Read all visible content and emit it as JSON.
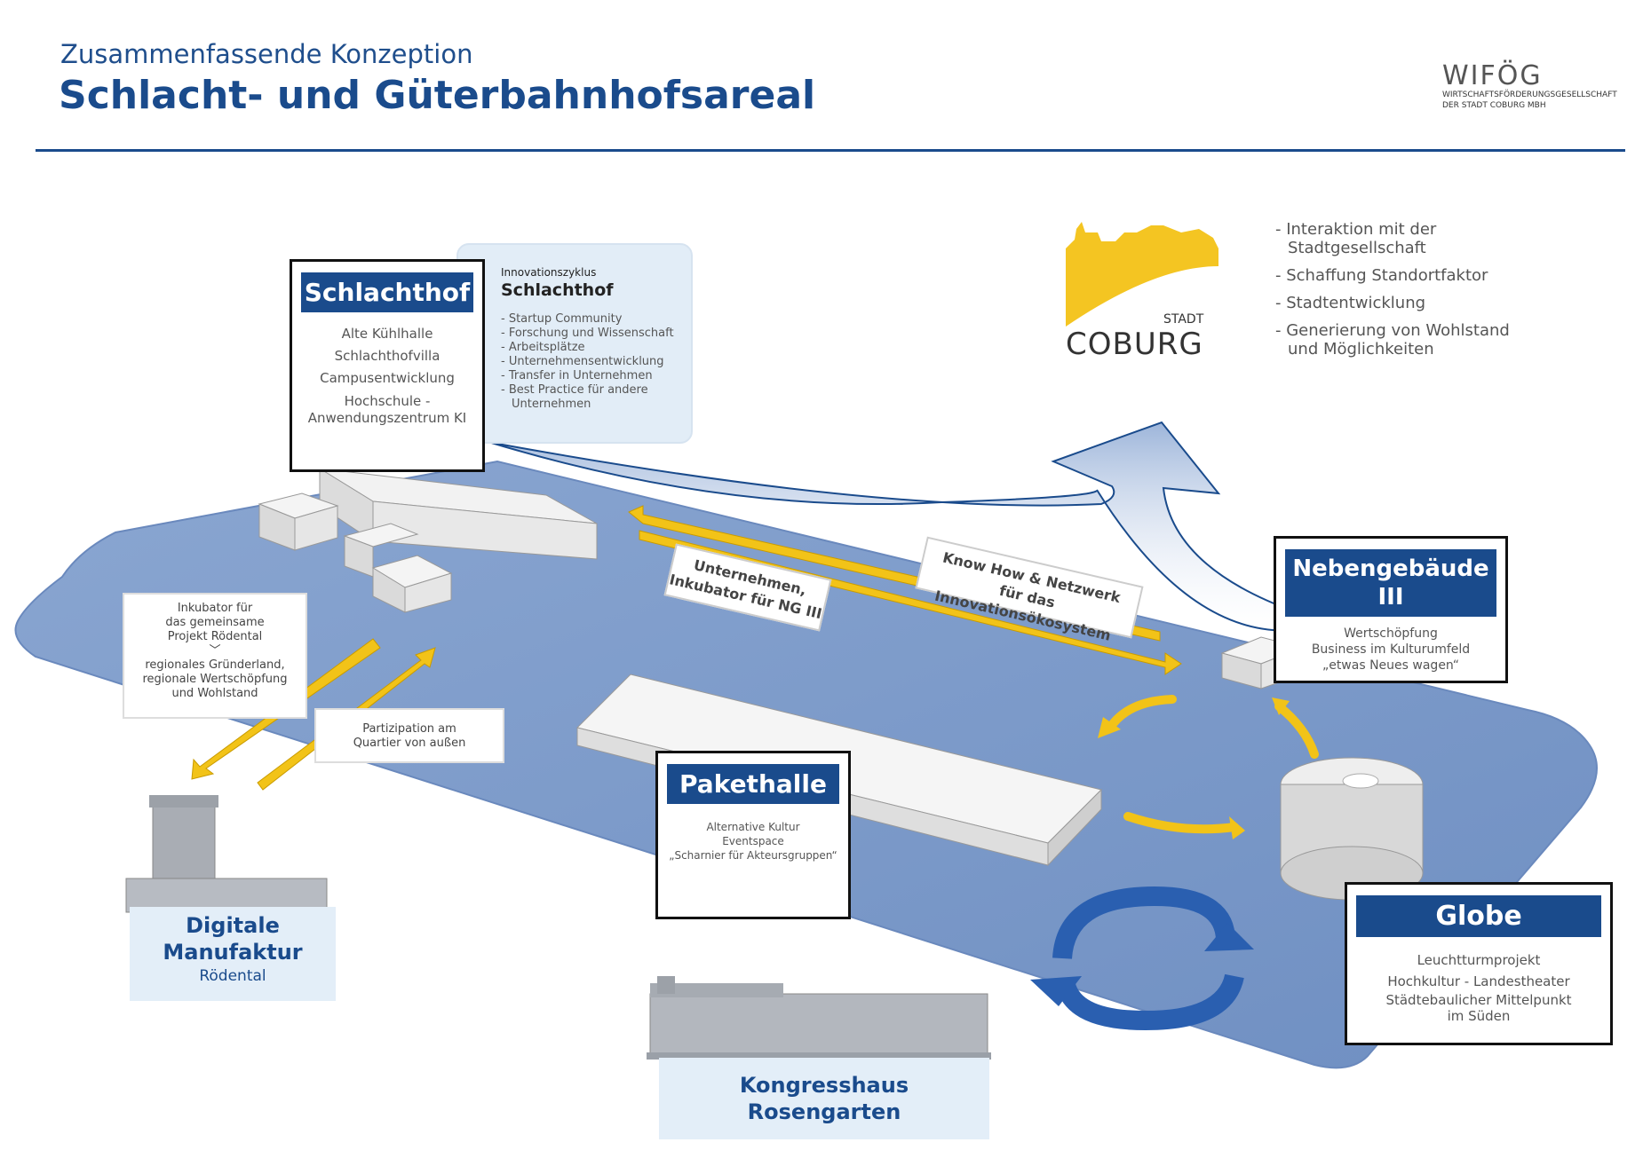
{
  "header": {
    "subtitle": "Zusammenfassende Konzeption",
    "title": "Schlacht- und Güterbahnhofsareal"
  },
  "logo": {
    "name": "WIFÖG",
    "line1": "WIRTSCHAFTSFÖRDERUNGSGESELLSCHAFT",
    "line2": "DER STADT COBURG MBH"
  },
  "coburg": {
    "stadt": "STADT",
    "name": "COBURG",
    "bullets": [
      "- Interaktion mit der",
      "Stadtgesellschaft",
      "- Schaffung Standortfaktor",
      "- Stadtentwicklung",
      "- Generierung von Wohlstand",
      "und Möglichkeiten"
    ]
  },
  "schlachthof": {
    "title": "Schlachthof",
    "lines": [
      "Alte Kühlhalle",
      "Schlachthofvilla",
      "Campusentwicklung",
      "Hochschule -",
      "Anwendungszentrum KI"
    ]
  },
  "innovation": {
    "label": "Innovationszyklus",
    "title": "Schlachthof",
    "items": [
      "- Startup Community",
      "- Forschung und Wissenschaft",
      "- Arbeitsplätze",
      "- Unternehmensentwicklung",
      "- Transfer in Unternehmen",
      "- Best Practice für andere",
      "Unternehmen"
    ]
  },
  "nebengebaeude": {
    "title1": "Nebengebäude",
    "title2": "III",
    "lines": [
      "Wertschöpfung",
      "Business im Kulturumfeld",
      "„etwas Neues wagen“"
    ]
  },
  "pakethalle": {
    "title": "Pakethalle",
    "lines": [
      "Alternative Kultur",
      "Eventspace",
      "„Scharnier für Akteursgruppen“"
    ]
  },
  "globe": {
    "title": "Globe",
    "lines": [
      "Leuchtturmprojekt",
      "Hochkultur - Landestheater",
      "Städtebaulicher Mittelpunkt",
      "im Süden"
    ]
  },
  "inkubator": {
    "lines": [
      "Inkubator für",
      "das gemeinsame",
      "Projekt Rödental",
      "regionales Gründerland,",
      "regionale Wertschöpfung",
      "und Wohlstand"
    ],
    "chevron": "﹀"
  },
  "partizipation": {
    "lines": [
      "Partizipation am",
      "Quartier von außen"
    ]
  },
  "digitale": {
    "title1": "Digitale",
    "title2": "Manufaktur",
    "sub": "Rödental"
  },
  "kongress": {
    "title1": "Kongresshaus",
    "title2": "Rosengarten"
  },
  "arrow_labels": {
    "knowhow1": "Know How & Netzwerk",
    "knowhow2": "für das Innovationsökosystem",
    "unternehmen1": "Unternehmen,",
    "unternehmen2": "Inkubator für NG III"
  },
  "colors": {
    "primary": "#1a4b8c",
    "platform": "#7f9cc9",
    "arrow_yellow": "#f2c318",
    "coburg_yellow": "#f4c522",
    "light_blue": "#e3eef8"
  }
}
